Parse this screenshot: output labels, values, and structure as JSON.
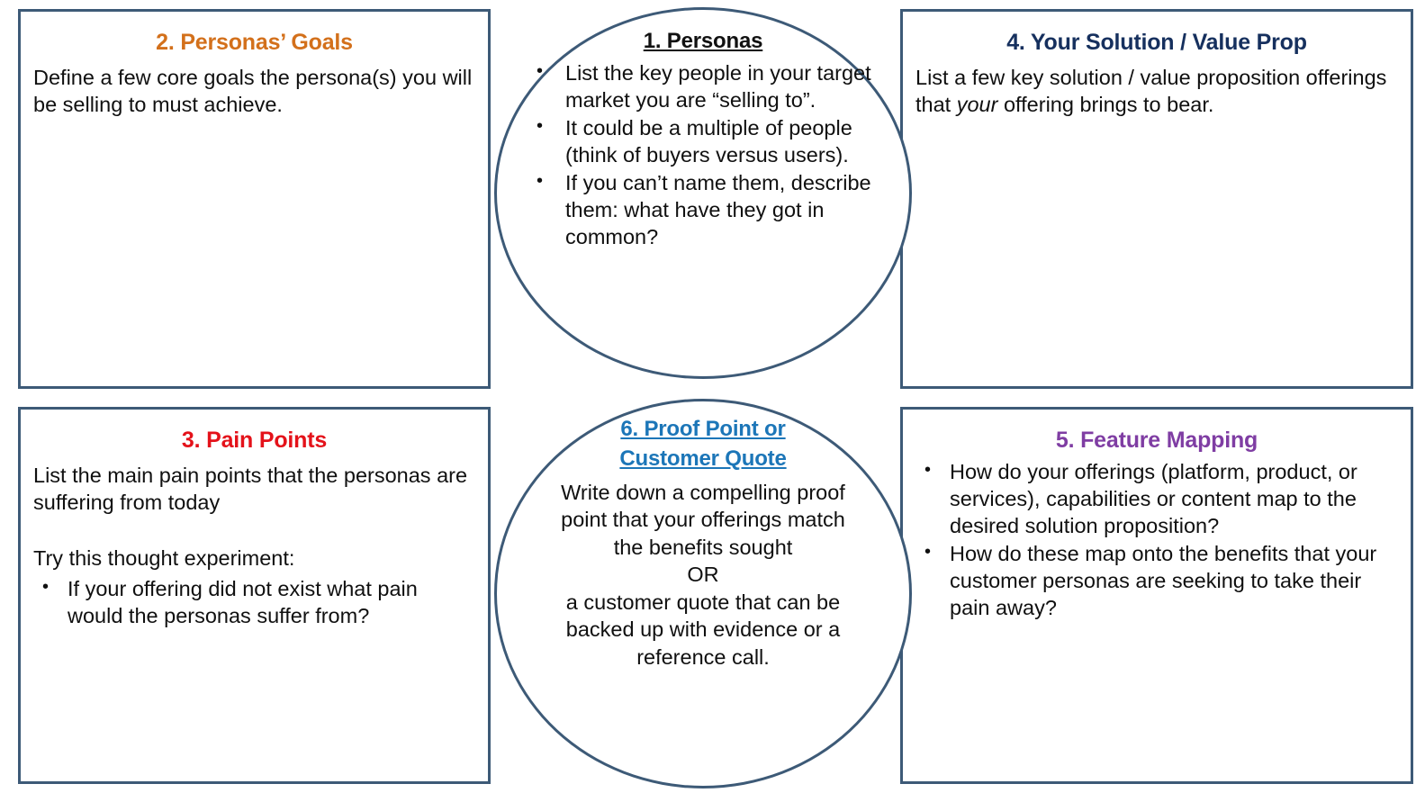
{
  "theme": {
    "outline_color": "#3D5A77",
    "goals_color": "#D3701B",
    "solution_color": "#16305E",
    "pain_color": "#E4121A",
    "feature_color": "#7F3DA3",
    "personas_color": "#111111",
    "proof_color": "#1C76B8",
    "body_color": "#101010",
    "background": "#FFFFFF"
  },
  "panels": {
    "personas_goals": {
      "title": "2. Personas’ Goals",
      "paragraph": "Define a few core goals the persona(s) you will be selling to must achieve."
    },
    "solution": {
      "title": "4. Your Solution / Value Prop",
      "paragraph_part1": "List a few key solution / value proposition offerings that ",
      "paragraph_italic": "your",
      "paragraph_part2": " offering brings to bear."
    },
    "pain_points": {
      "title": "3. Pain Points",
      "paragraph1": "List the main pain points that the personas are suffering from today",
      "paragraph2": "Try this thought experiment:",
      "bullets": [
        "If your offering did not exist what pain would the personas suffer from?"
      ]
    },
    "feature_mapping": {
      "title": "5. Feature Mapping",
      "bullets": [
        "How do your offerings (platform, product, or services), capabilities or content map to the desired solution proposition?",
        "How do these map onto the benefits that your customer personas are seeking to take their pain away?"
      ]
    }
  },
  "circles": {
    "personas": {
      "title": "1. Personas",
      "bullets": [
        "List the key people in your target market you are “selling to”.",
        "It could be a multiple of people (think of buyers versus users).",
        "If you can’t name them, describe them: what have they got in common?"
      ]
    },
    "proof_point": {
      "title_line1": "6. Proof Point or",
      "title_line2": "Customer Quote",
      "lines": [
        "Write down a compelling proof",
        "point that your offerings match",
        "the benefits sought",
        "OR",
        "a customer quote that can be",
        "backed up with evidence or a",
        "reference call."
      ]
    }
  }
}
